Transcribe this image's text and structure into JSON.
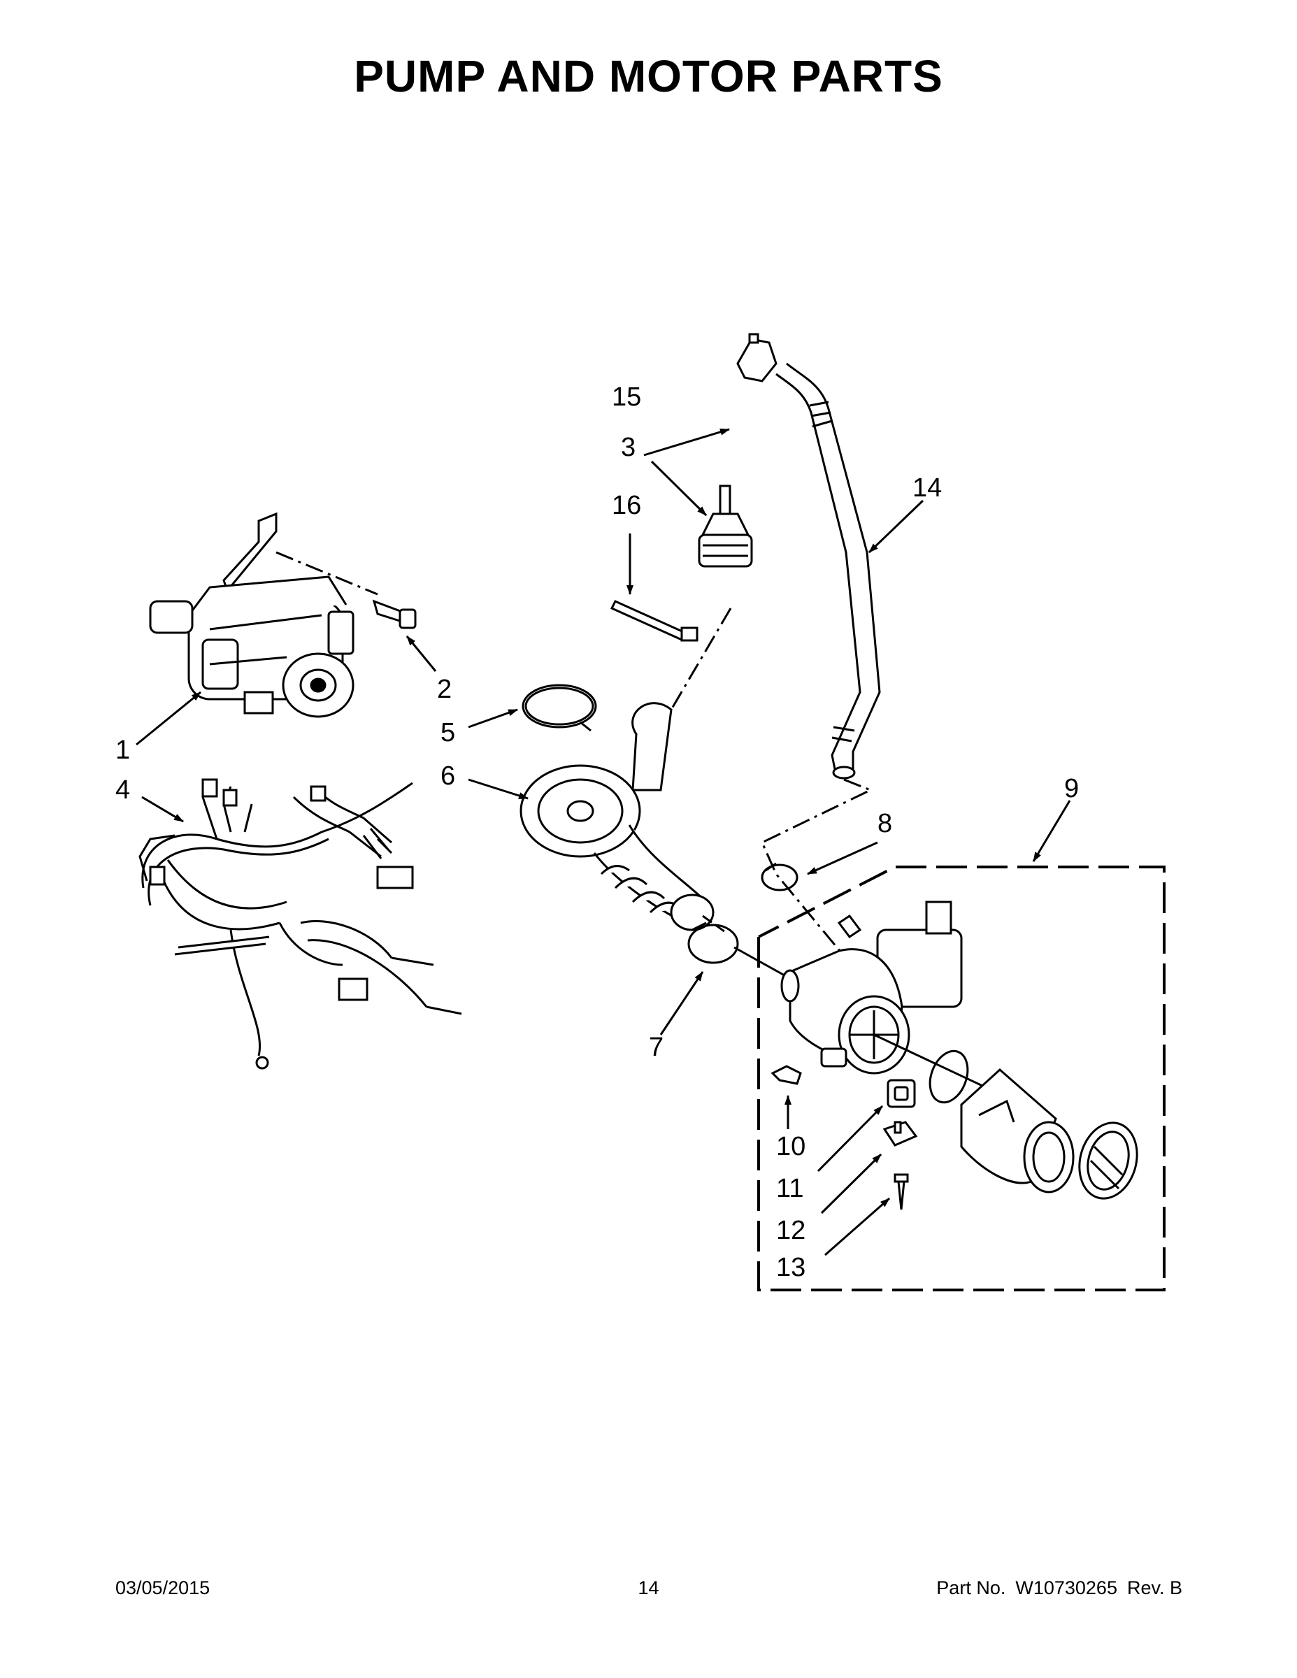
{
  "title": "PUMP AND MOTOR PARTS",
  "footer": {
    "date": "03/05/2015",
    "page": "14",
    "part_label": "Part No.",
    "part_number": "W10730265",
    "rev": "Rev. B"
  },
  "callouts": {
    "c1": "1",
    "c2": "2",
    "c3": "3",
    "c4": "4",
    "c5": "5",
    "c6": "6",
    "c7": "7",
    "c8": "8",
    "c9": "9",
    "c10": "10",
    "c11": "11",
    "c12": "12",
    "c13": "13",
    "c14": "14",
    "c15": "15",
    "c16": "16"
  }
}
